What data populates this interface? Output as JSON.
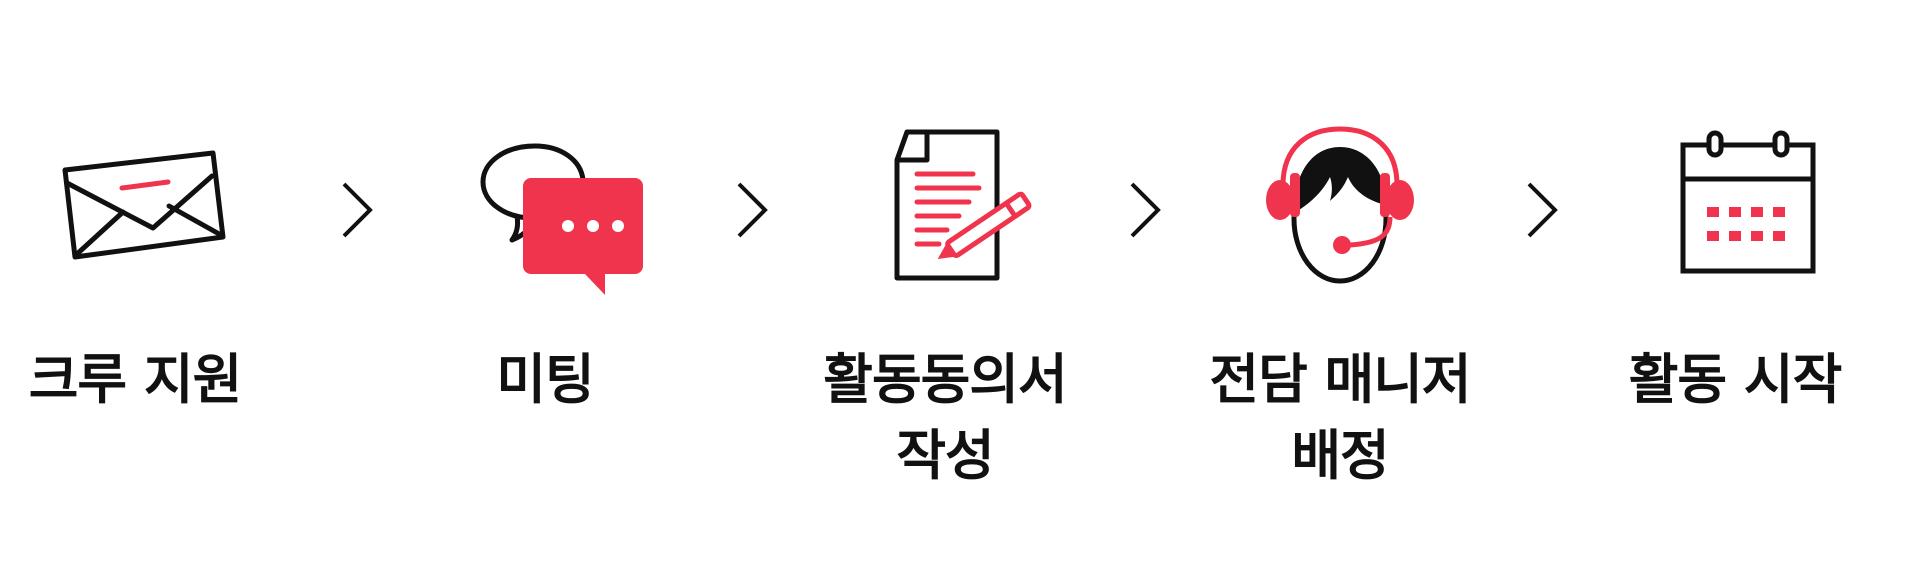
{
  "colors": {
    "accent": "#f0344e",
    "ink": "#111111",
    "background": "#ffffff"
  },
  "steps": [
    {
      "icon": "envelope-icon",
      "label_lines": [
        "크루 지원"
      ]
    },
    {
      "icon": "chat-bubbles-icon",
      "label_lines": [
        "미팅"
      ]
    },
    {
      "icon": "document-pen-icon",
      "label_lines": [
        "활동동의서",
        "작성"
      ]
    },
    {
      "icon": "headset-agent-icon",
      "label_lines": [
        "전담 매니저",
        "배정"
      ]
    },
    {
      "icon": "calendar-icon",
      "label_lines": [
        "활동 시작"
      ]
    }
  ],
  "connectors": [
    "chevron-right-icon",
    "chevron-right-icon",
    "chevron-right-icon",
    "chevron-right-icon"
  ]
}
